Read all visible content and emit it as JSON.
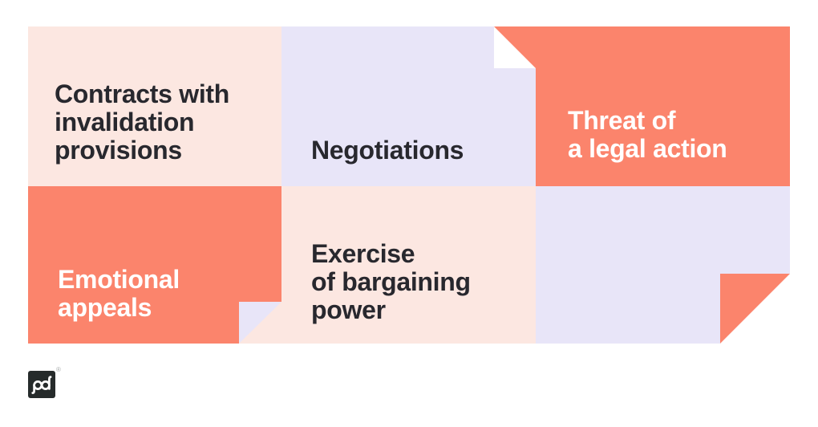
{
  "colors": {
    "page_bg": "#ffffff",
    "coral": "#FB846C",
    "peach": "#FCE7E1",
    "lavender": "#E8E5F8",
    "text_dark": "#28282E",
    "text_light": "#FFFFFF",
    "logo_bg": "#262B2B"
  },
  "tiles": [
    {
      "id": "contracts",
      "label": "Contracts with\ninvalidation\nprovisions",
      "bg": "peach",
      "text_color": "dark"
    },
    {
      "id": "negotiations",
      "label": "Negotiations",
      "bg": "lavender",
      "text_color": "dark"
    },
    {
      "id": "threat",
      "label": "Threat of\na legal action",
      "bg": "coral",
      "text_color": "light"
    },
    {
      "id": "emotional",
      "label": "Emotional\nappeals",
      "bg": "coral",
      "text_color": "light"
    },
    {
      "id": "exercise",
      "label": "Exercise\nof bargaining\npower",
      "bg": "peach",
      "text_color": "dark"
    },
    {
      "id": "empty",
      "label": "",
      "bg": "lavender",
      "text_color": "dark"
    }
  ],
  "logo": {
    "icon": "pandadoc-pd-monogram",
    "registered_mark": "®"
  }
}
